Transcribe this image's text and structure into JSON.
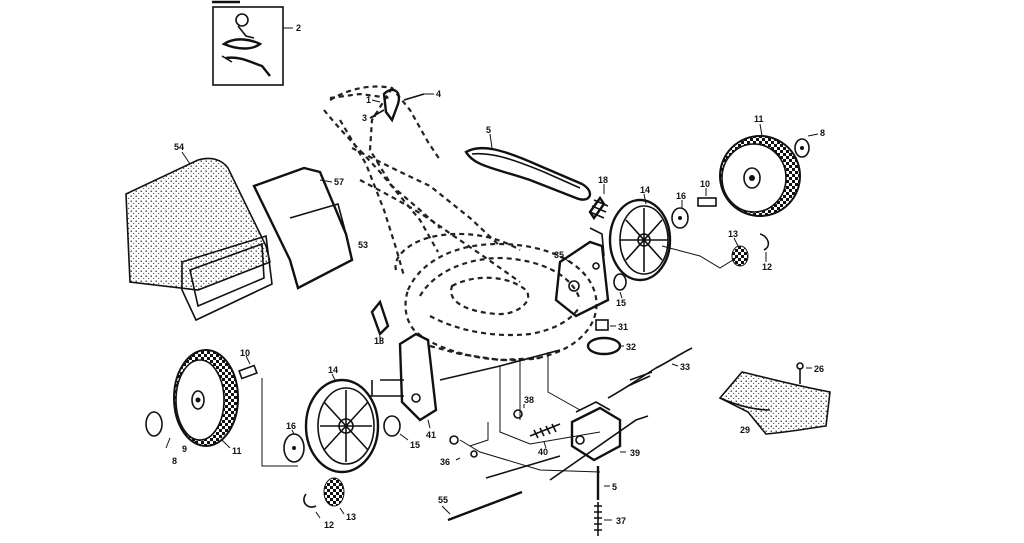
{
  "callouts": [
    {
      "id": "c2",
      "text": "2"
    },
    {
      "id": "c4",
      "text": "4"
    },
    {
      "id": "c1",
      "text": "1"
    },
    {
      "id": "c3",
      "text": "3"
    },
    {
      "id": "c5",
      "text": "5"
    },
    {
      "id": "c11a",
      "text": "11"
    },
    {
      "id": "c8a",
      "text": "8"
    },
    {
      "id": "c54",
      "text": "54"
    },
    {
      "id": "c57",
      "text": "57"
    },
    {
      "id": "c53",
      "text": "53"
    },
    {
      "id": "c18a",
      "text": "18"
    },
    {
      "id": "c14a",
      "text": "14"
    },
    {
      "id": "c16a",
      "text": "16"
    },
    {
      "id": "c10a",
      "text": "10"
    },
    {
      "id": "c13a",
      "text": "13"
    },
    {
      "id": "c12a",
      "text": "12"
    },
    {
      "id": "c35",
      "text": "35"
    },
    {
      "id": "c15a",
      "text": "15"
    },
    {
      "id": "c31",
      "text": "31"
    },
    {
      "id": "c32",
      "text": "32"
    },
    {
      "id": "c18b",
      "text": "18"
    },
    {
      "id": "c10b",
      "text": "10"
    },
    {
      "id": "c14b",
      "text": "14"
    },
    {
      "id": "c33",
      "text": "33"
    },
    {
      "id": "c26",
      "text": "26"
    },
    {
      "id": "c29",
      "text": "29"
    },
    {
      "id": "c9",
      "text": "9"
    },
    {
      "id": "c8b",
      "text": "8"
    },
    {
      "id": "c11b",
      "text": "11"
    },
    {
      "id": "c16b",
      "text": "16"
    },
    {
      "id": "c15b",
      "text": "15"
    },
    {
      "id": "c41",
      "text": "41"
    },
    {
      "id": "c38",
      "text": "38"
    },
    {
      "id": "c36",
      "text": "36"
    },
    {
      "id": "c40",
      "text": "40"
    },
    {
      "id": "c39",
      "text": "39"
    },
    {
      "id": "c55",
      "text": "55"
    },
    {
      "id": "c12b",
      "text": "12"
    },
    {
      "id": "c13b",
      "text": "13"
    },
    {
      "id": "c5b",
      "text": "5"
    },
    {
      "id": "c37",
      "text": "37"
    }
  ]
}
